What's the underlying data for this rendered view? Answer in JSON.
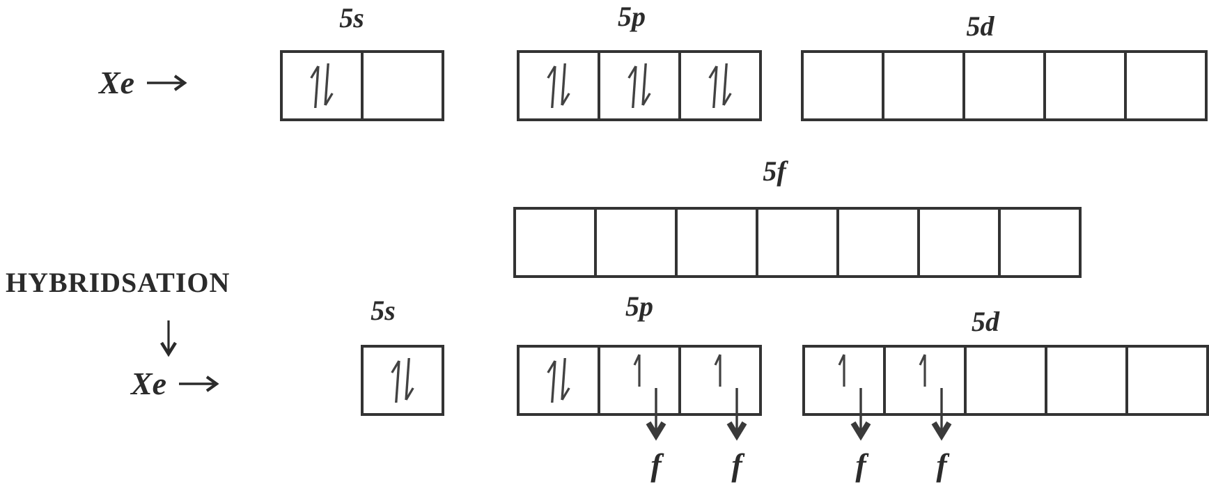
{
  "colors": {
    "ink": "#2b2b2b",
    "box_border": "#333333",
    "electron_stroke": "#424242"
  },
  "top": {
    "element": "Xe",
    "maps_to_symbol": "→",
    "groups": [
      {
        "label": "5s",
        "cells": [
          "paired",
          "empty"
        ]
      },
      {
        "label": "5p",
        "cells": [
          "paired",
          "paired",
          "paired"
        ]
      },
      {
        "label": "5d",
        "cells": [
          "empty",
          "empty",
          "empty",
          "empty",
          "empty"
        ]
      }
    ]
  },
  "f_row": {
    "label": "5f",
    "cells": [
      "empty",
      "empty",
      "empty",
      "empty",
      "empty",
      "empty",
      "empty"
    ]
  },
  "process": {
    "title": "HYBRIDSATION",
    "down_arrow_symbol": "↓",
    "element": "Xe",
    "maps_to_symbol": "→"
  },
  "bottom": {
    "groups": [
      {
        "label": "5s",
        "cells": [
          "paired"
        ]
      },
      {
        "label": "5p",
        "cells": [
          "paired",
          "single-promote",
          "single-promote"
        ]
      },
      {
        "label": "5d",
        "cells": [
          "single-promote",
          "single-promote",
          "empty",
          "empty",
          "empty"
        ]
      }
    ],
    "promotion_target_label": "f"
  }
}
